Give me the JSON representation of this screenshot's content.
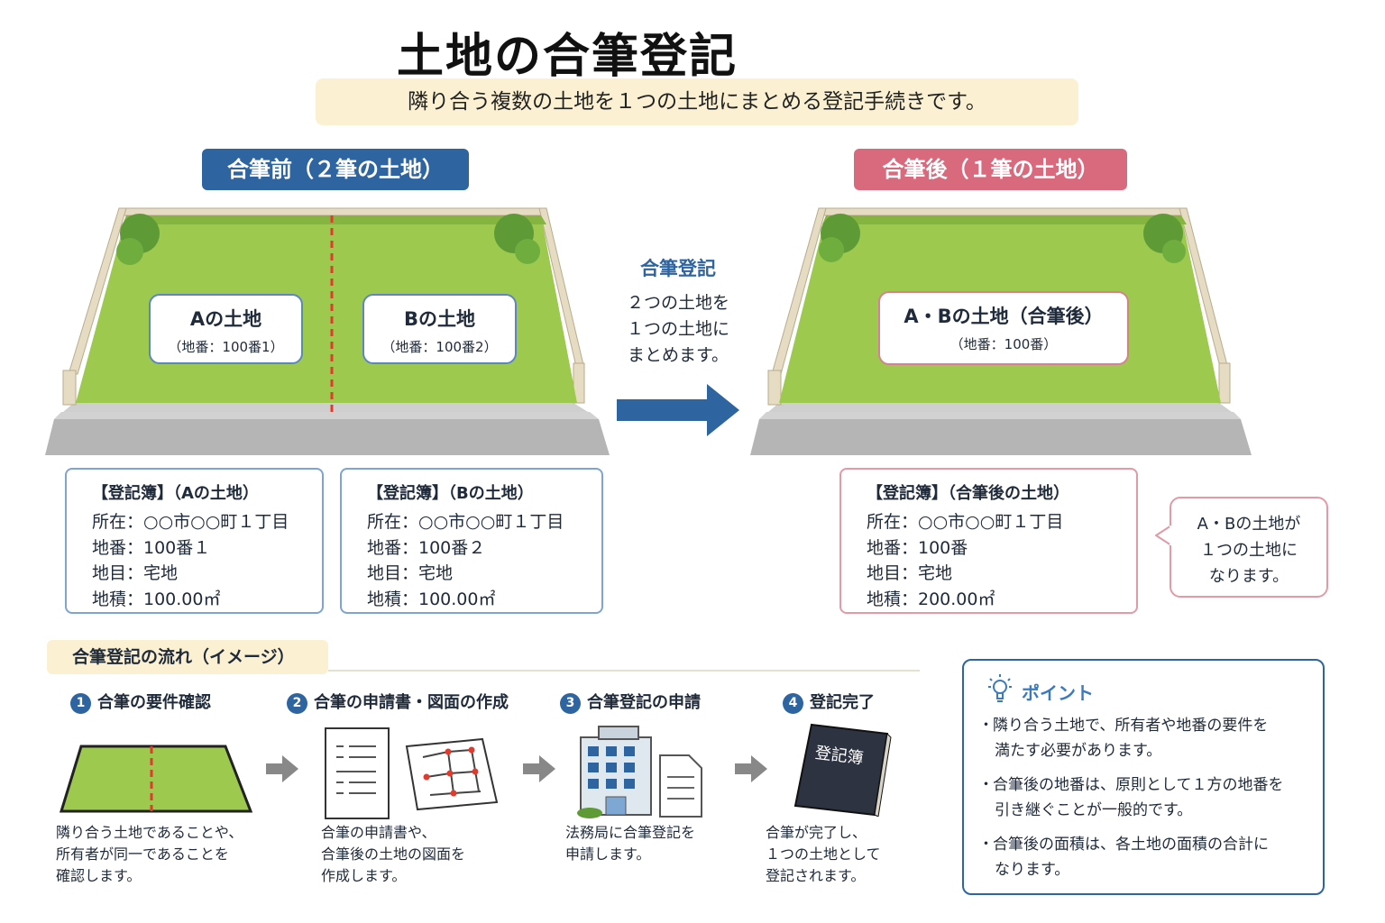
{
  "title": "土地の合筆登記",
  "subtitle": "隣り合う複数の土地を１つの土地にまとめる登記手続きです。",
  "before": {
    "header": "合筆前（２筆の土地）",
    "land_a": {
      "name": "Aの土地",
      "number": "（地番：100番1）"
    },
    "land_b": {
      "name": "Bの土地",
      "number": "（地番：100番2）"
    }
  },
  "after": {
    "header": "合筆後（１筆の土地）",
    "land": {
      "name": "A・Bの土地（合筆後）",
      "number": "（地番：100番）"
    }
  },
  "middle_arrow": {
    "title": "合筆登記",
    "lines": [
      "２つの土地を",
      "１つの土地に",
      "まとめます。"
    ]
  },
  "registers": [
    {
      "title": "【登記簿】（Aの土地）",
      "lines": [
        "所在：○○市○○町１丁目",
        "地番：100番１",
        "地目：宅地",
        "地積：100.00㎡"
      ]
    },
    {
      "title": "【登記簿】（Bの土地）",
      "lines": [
        "所在：○○市○○町１丁目",
        "地番：100番２",
        "地目：宅地",
        "地積：100.00㎡"
      ]
    },
    {
      "title": "【登記簿】（合筆後の土地）",
      "lines": [
        "所在：○○市○○町１丁目",
        "地番：100番",
        "地目：宅地",
        "地積：200.00㎡"
      ]
    }
  ],
  "bubble": {
    "lines": [
      "A・Bの土地が",
      "１つの土地に",
      "なります。"
    ]
  },
  "flow": {
    "title": "合筆登記の流れ（イメージ）",
    "steps": [
      {
        "num": "1",
        "title": "合筆の要件確認",
        "desc": [
          "隣り合う土地であることや、",
          "所有者が同一であることを",
          "確認します。"
        ]
      },
      {
        "num": "2",
        "title": "合筆の申請書・図面の作成",
        "desc": [
          "合筆の申請書や、",
          "合筆後の土地の図面を",
          "作成します。"
        ]
      },
      {
        "num": "3",
        "title": "合筆登記の申請",
        "desc": [
          "法務局に合筆登記を",
          "申請します。"
        ]
      },
      {
        "num": "4",
        "title": "登記完了",
        "desc": [
          "合筆が完了し、",
          "１つの土地として",
          "登記されます。"
        ]
      }
    ],
    "book_label": "登記簿"
  },
  "point": {
    "title": "ポイント",
    "items": [
      [
        "隣り合う土地で、所有者や地番の要件を",
        "満たす必要があります。"
      ],
      [
        "合筆後の地番は、原則として１方の地番を",
        "引き継ぐことが一般的です。"
      ],
      [
        "合筆後の面積は、各土地の面積の合計に",
        "なります。"
      ]
    ]
  },
  "colors": {
    "before_blue": "#2e64a0",
    "after_pink": "#d96a7e",
    "grass": "#9cc94e",
    "beige_band": "#fbf1d2",
    "boundary_red": "#e23b2e"
  }
}
